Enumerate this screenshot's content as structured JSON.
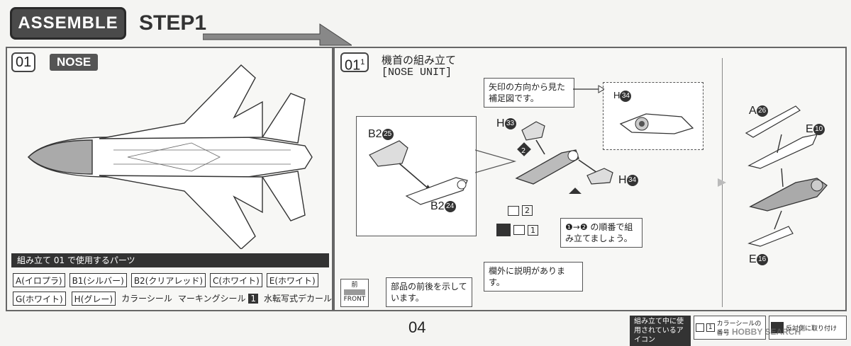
{
  "header": {
    "assemble": "ASSEMBLE",
    "step": "STEP1"
  },
  "left_panel": {
    "section_num": "01",
    "section_label": "NOSE",
    "parts_title": "組み立て 01 で使用するパーツ",
    "parts_row1": [
      "A(イロプラ)",
      "B1(シルバー)",
      "B2(クリアレッド)",
      "C(ホワイト)",
      "E(ホワイト)"
    ],
    "parts_row2": [
      "G(ホワイト)",
      "H(グレー)"
    ],
    "parts_row2_plain": [
      "カラーシール",
      "マーキングシール",
      "水転写式デカール"
    ],
    "marking_num": "1"
  },
  "right_panel": {
    "section_num": "01",
    "section_sub": "1",
    "title_jp": "機首の組み立て",
    "title_en": "[NOSE UNIT]",
    "note_arrow_view": "矢印の方向から見た補足図です。",
    "note_order": "❶→❷ の順番で組み立てましょう。",
    "note_outside": "欄外に説明があります。",
    "note_front_back": "部品の前後を示しています。",
    "front_label": "前",
    "front_sub": "FRONT",
    "labels": {
      "b2_25": "B2",
      "b2_25_num": "25",
      "b2_24": "B2",
      "b2_24_num": "24",
      "h33": "H",
      "h33_num": "33",
      "h34": "H",
      "h34_num": "34",
      "h34_inset": "H",
      "h34_inset_num": "34",
      "a26": "A",
      "a26_num": "26",
      "e10": "E",
      "e10_num": "10",
      "e16": "E",
      "e16_num": "16",
      "step1": "1",
      "step2": "2",
      "seal2": "2",
      "seal1": "1"
    }
  },
  "footer": {
    "page_number": "04",
    "icon_label": "組み立て中に使用されているアイコン",
    "seal_text": "カラーシールの番号",
    "seal_num": "1",
    "other_text": "反対側に取り付け",
    "watermark": "HOBBY SEARCH"
  }
}
